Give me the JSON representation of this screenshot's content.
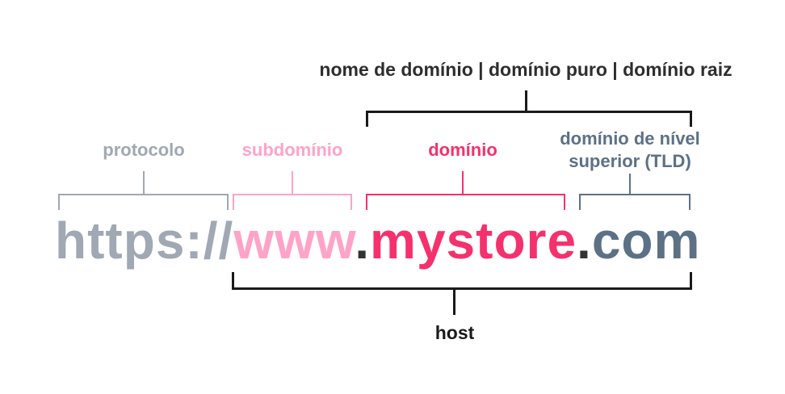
{
  "diagram": {
    "title": "nome de domínio | domínio puro | domínio raiz",
    "host_label": "host",
    "separator": ".",
    "segments": [
      {
        "id": "protocol",
        "label": "protocolo",
        "text": "https://",
        "color": "#A0A8B3"
      },
      {
        "id": "subdomain",
        "label": "subdomínio",
        "text": "www",
        "color": "#FFA3C8"
      },
      {
        "id": "domain",
        "label": "domínio",
        "text": "mystore",
        "color": "#F5316D"
      },
      {
        "id": "tld",
        "label": "domínio de nível superior (TLD)",
        "text": "com",
        "color": "#5C7186"
      }
    ],
    "colors": {
      "separator": "#333333",
      "bracket_black": "#1A1A1A",
      "title_text": "#2E2E2E",
      "background": "#FFFFFF"
    }
  }
}
